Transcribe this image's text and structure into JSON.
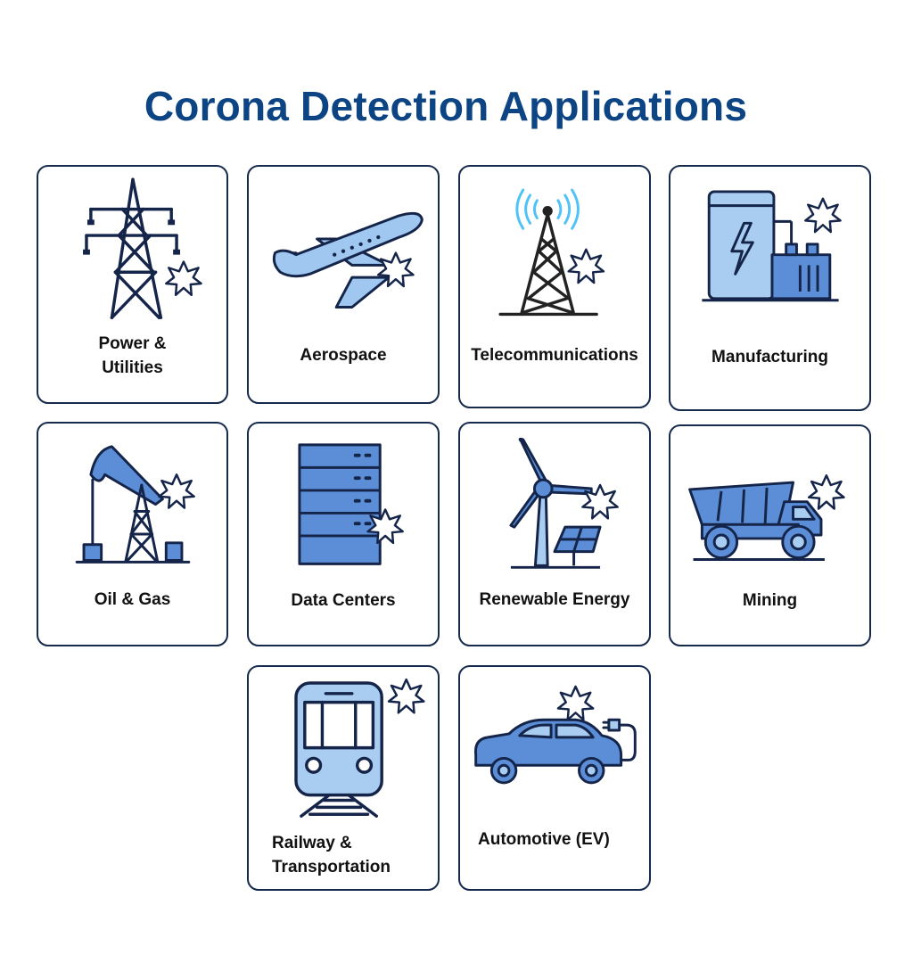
{
  "title": "Corona Detection Applications",
  "colors": {
    "title": "#0d4483",
    "card_border": "#162a4c",
    "icon_outline": "#15254a",
    "icon_fill_blue": "#5b8ed6",
    "icon_fill_light": "#a9cdf0",
    "signal_waves": "#4fc3f7"
  },
  "applications": [
    {
      "label": "Power &\nUtilities",
      "icon": "transmission-tower-icon"
    },
    {
      "label": "Aerospace",
      "icon": "airplane-icon"
    },
    {
      "label": "Telecommunications",
      "icon": "cell-tower-icon"
    },
    {
      "label": "Manufacturing",
      "icon": "factory-machine-icon"
    },
    {
      "label": "Oil & Gas",
      "icon": "oil-pumpjack-icon"
    },
    {
      "label": "Data Centers",
      "icon": "server-rack-icon"
    },
    {
      "label": "Renewable Energy",
      "icon": "wind-turbine-solar-icon"
    },
    {
      "label": "Mining",
      "icon": "dump-truck-icon"
    },
    {
      "label": "Railway &\nTransportation",
      "icon": "train-icon"
    },
    {
      "label": "Automotive (EV)",
      "icon": "electric-car-icon"
    }
  ]
}
